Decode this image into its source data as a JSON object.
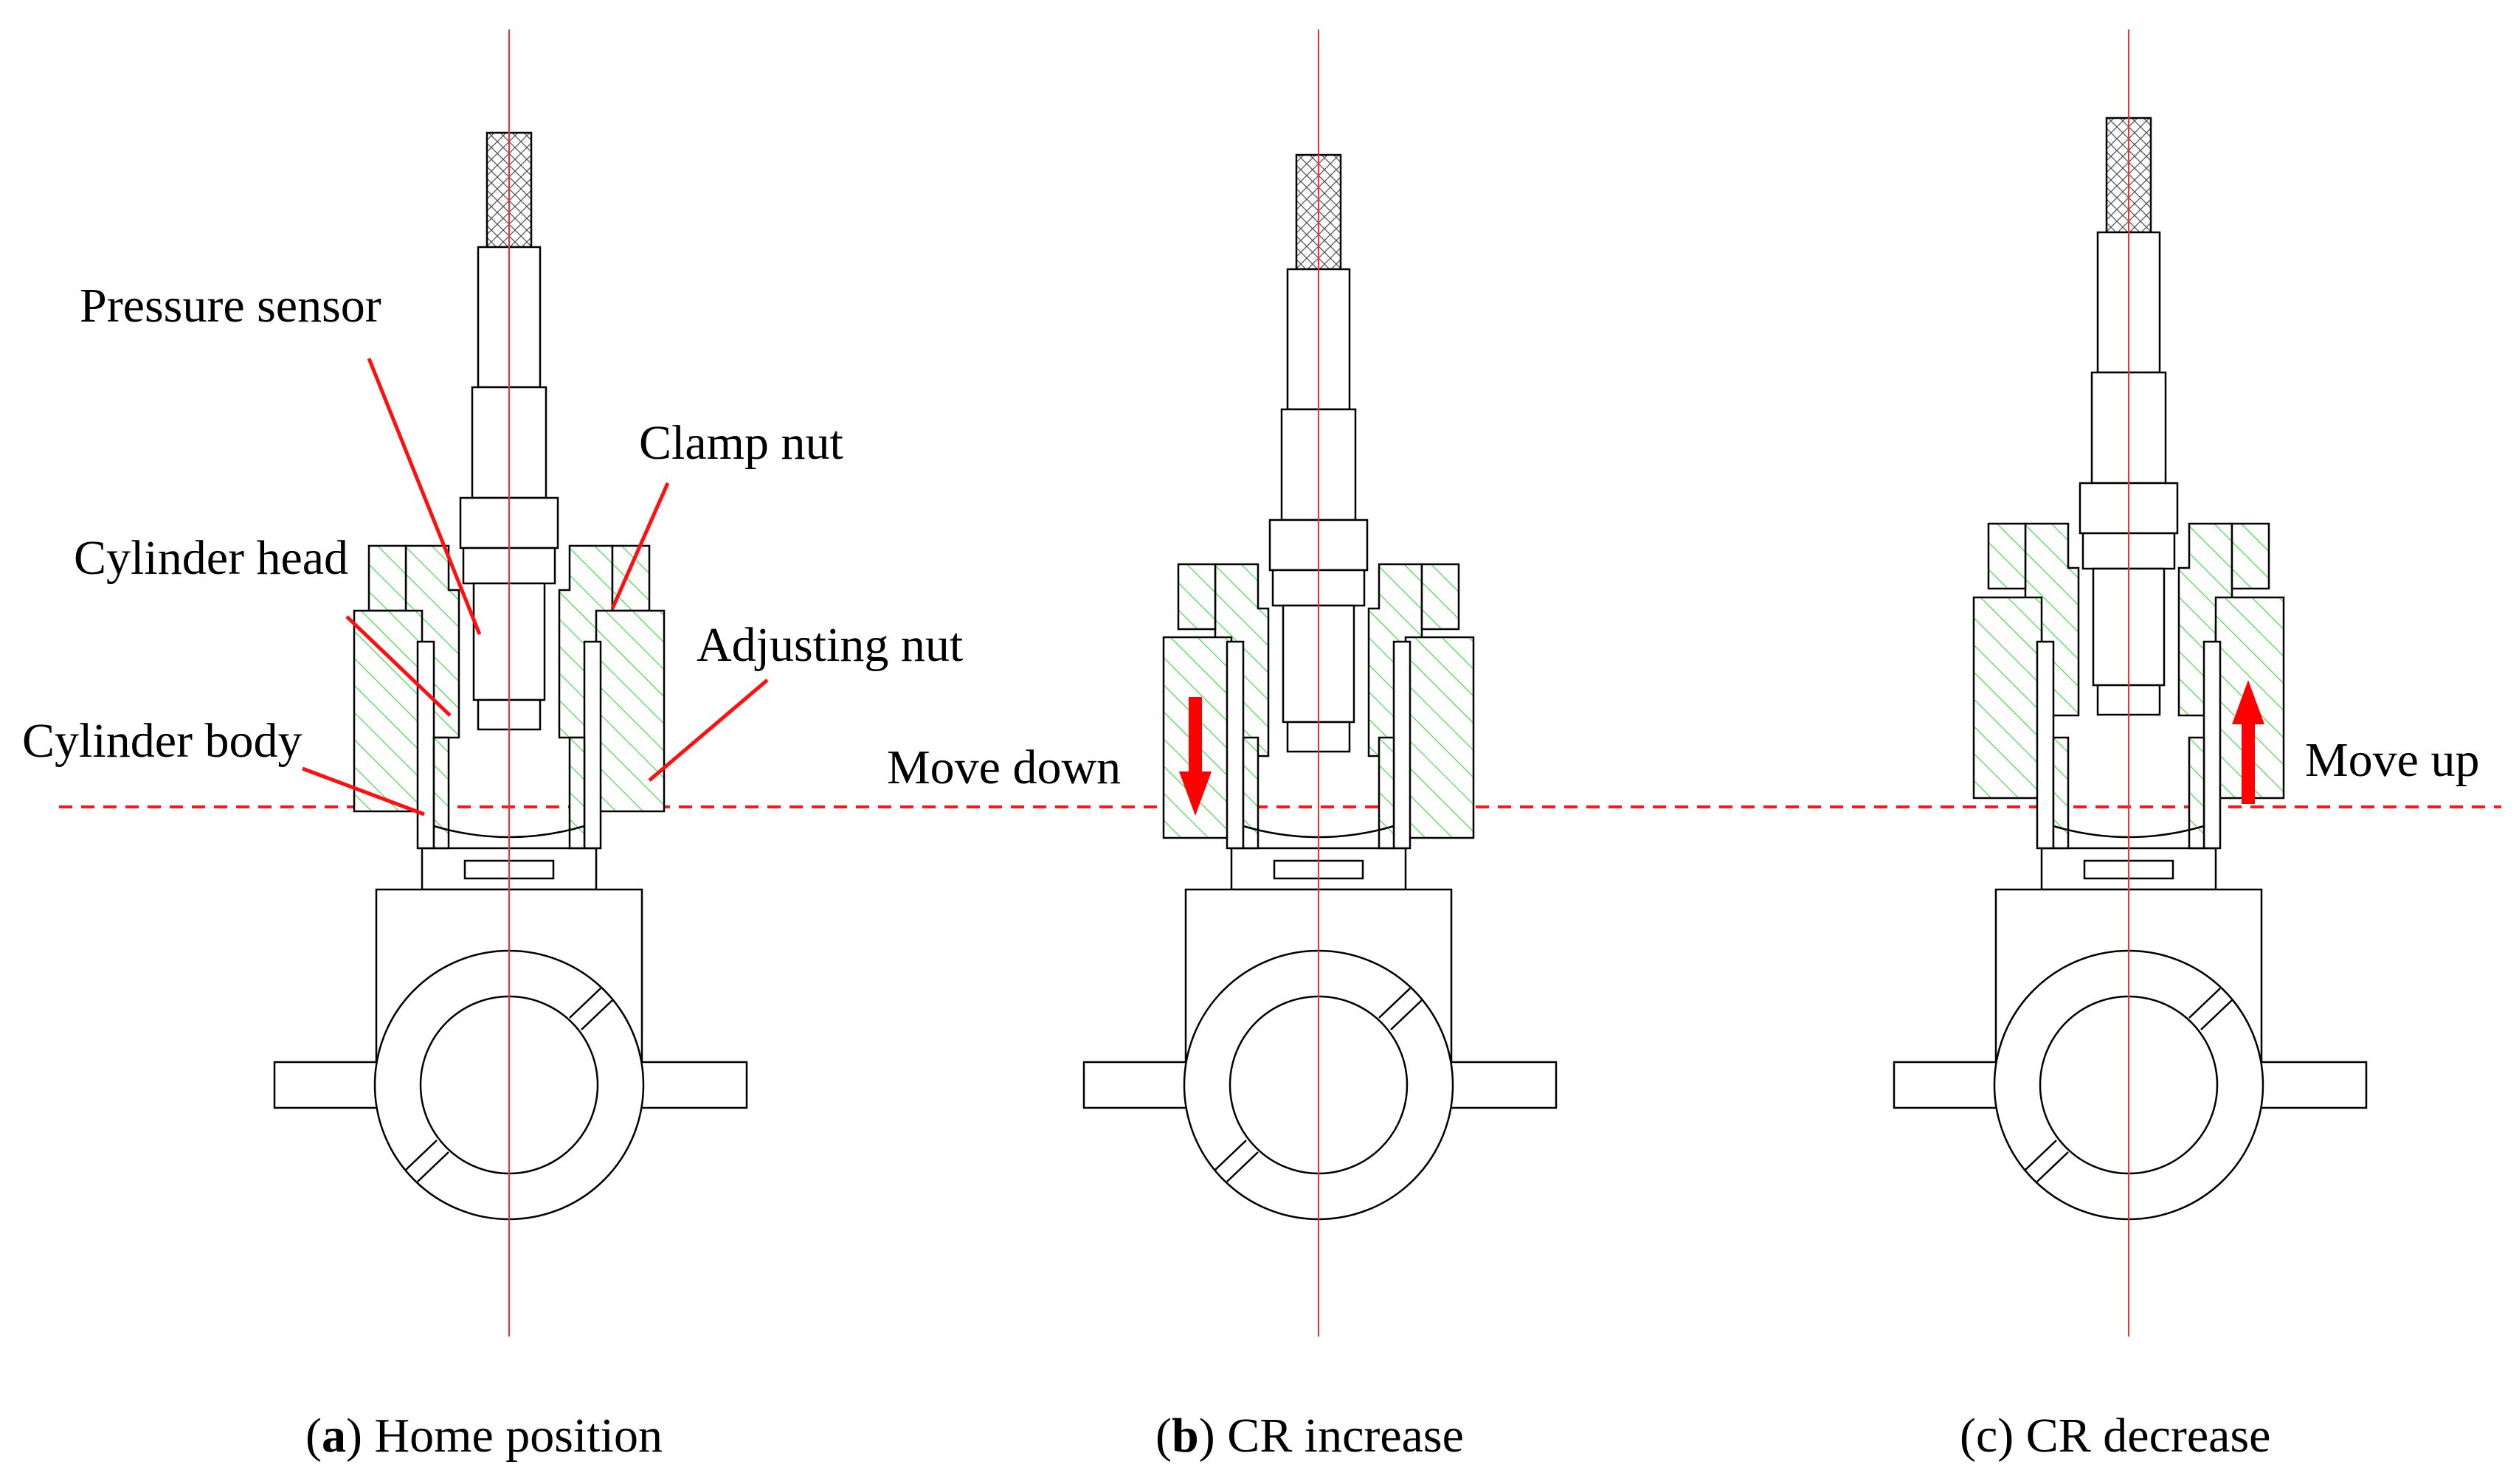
{
  "labels": {
    "pressure_sensor": "Pressure sensor",
    "clamp_nut": "Clamp nut",
    "cylinder_head": "Cylinder head",
    "adjusting_nut": "Adjusting nut",
    "cylinder_body": "Cylinder body",
    "move_down": "Move down",
    "move_up": "Move up"
  },
  "captions": [
    {
      "letter": "a",
      "text": " Home position"
    },
    {
      "letter": "b",
      "text": " CR increase"
    },
    {
      "letter": "c",
      "text": " CR decrease"
    }
  ],
  "colors": {
    "leader_lines": "#ff1010",
    "hatch": "#39d739",
    "centerline": "#ff2a2a",
    "arrows": "#ff0000"
  }
}
